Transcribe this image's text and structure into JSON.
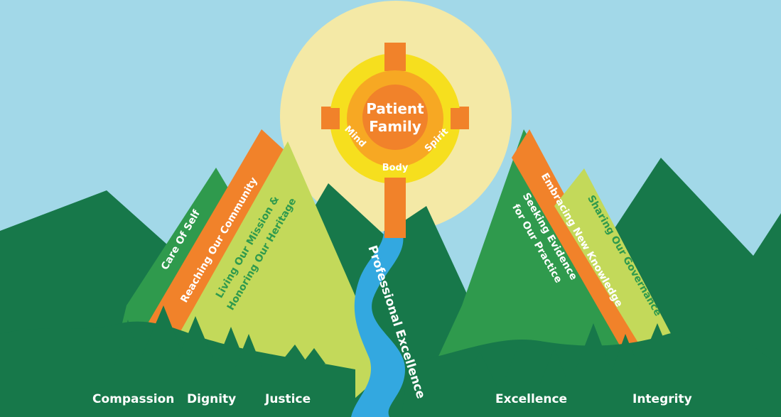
{
  "center": {
    "title_line1": "Patient",
    "title_line2": "Family",
    "ring_words": [
      "Mind",
      "Body",
      "Spirit"
    ]
  },
  "river_label": "Professional Excellence",
  "left_banners": [
    "Care Of Self",
    "Reaching Our Community"
  ],
  "left_mountain_text": [
    "Living Our Mission &",
    "Honoring Our Heritage"
  ],
  "right_banners": [
    "Embracing New Knowledge",
    "Sharing Our Governance"
  ],
  "right_mountain_text": [
    "Seeking Evidence",
    "for Our Practice"
  ],
  "values": [
    "Compassion",
    "Dignity",
    "Justice",
    "Excellence",
    "Integrity"
  ],
  "colors": {
    "sky": "#a2d8e8",
    "dark_green": "#17784a",
    "mid_green": "#2f9a4d",
    "light_green": "#c3d95a",
    "orange": "#f1822a",
    "sun_halo": "#f4e9a6",
    "sun_yellow": "#f6df1e",
    "river": "#33a8e0"
  }
}
